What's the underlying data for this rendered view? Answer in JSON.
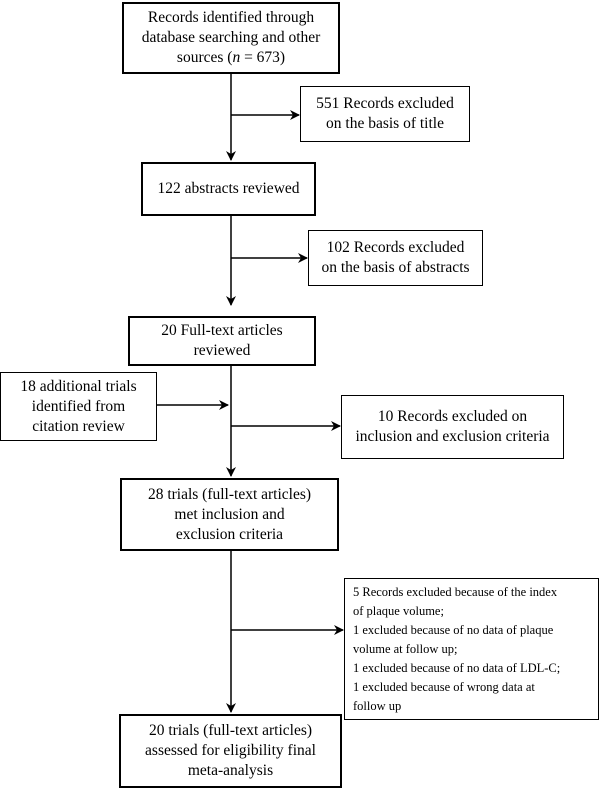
{
  "boxes": {
    "identified": {
      "lines": [
        "Records identified through",
        "database searching and other",
        "sources (",
        "n",
        " = 673)"
      ]
    },
    "excluded_title": {
      "lines": [
        "551 Records excluded",
        "on the basis of title"
      ]
    },
    "abstracts_reviewed": {
      "lines": [
        "122 abstracts reviewed"
      ]
    },
    "excluded_abstracts": {
      "lines": [
        "102 Records excluded",
        "on the basis of abstracts"
      ]
    },
    "fulltext_reviewed": {
      "lines": [
        "20 Full-text articles",
        "reviewed"
      ]
    },
    "additional_trials": {
      "lines": [
        "18 additional trials",
        "identified from",
        "citation review"
      ]
    },
    "excluded_criteria": {
      "lines": [
        "10 Records excluded on",
        "inclusion and exclusion criteria"
      ]
    },
    "met_criteria": {
      "lines": [
        "28 trials (full-text articles)",
        "met inclusion and",
        "exclusion criteria"
      ]
    },
    "excluded_plaque": {
      "lines": [
        "5 Records excluded because of the index",
        "of plaque volume;",
        "1 excluded because of no data of plaque",
        "volume at follow up;",
        "1 excluded because of no data of LDL-C;",
        "1 excluded because of wrong data at",
        "follow up"
      ]
    },
    "final": {
      "lines": [
        "20 trials (full-text articles)",
        "assessed for eligibility final",
        "meta-analysis"
      ]
    }
  }
}
